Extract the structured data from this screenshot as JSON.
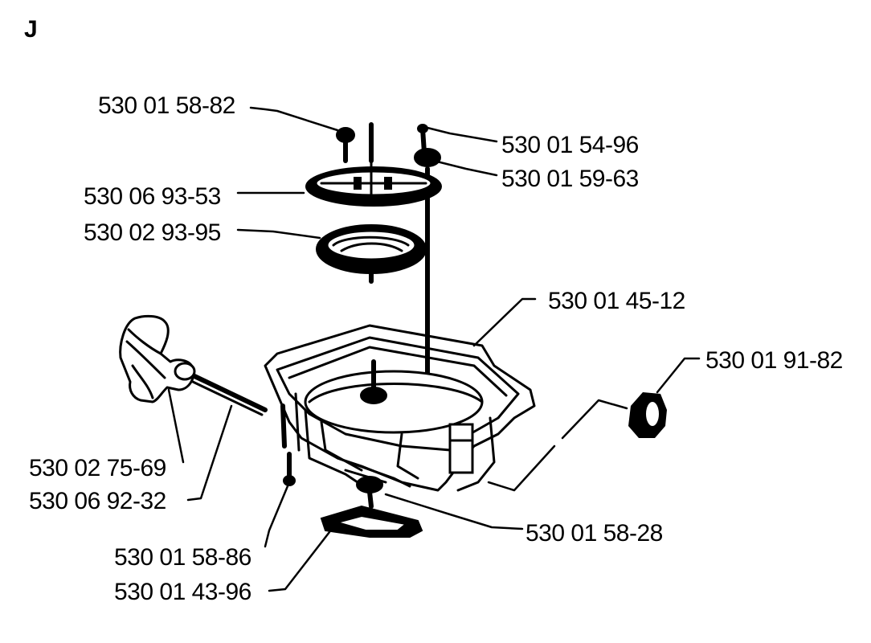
{
  "section_letter": "J",
  "parts": [
    {
      "id": "p1",
      "label": "530 01 58-82"
    },
    {
      "id": "p2",
      "label": "530 01 54-96"
    },
    {
      "id": "p3",
      "label": "530 01 59-63"
    },
    {
      "id": "p4",
      "label": "530 06 93-53"
    },
    {
      "id": "p5",
      "label": "530 02 93-95"
    },
    {
      "id": "p6",
      "label": "530 01 45-12"
    },
    {
      "id": "p7",
      "label": "530 01 91-82"
    },
    {
      "id": "p8",
      "label": "530 02 75-69"
    },
    {
      "id": "p9",
      "label": "530 06 92-32"
    },
    {
      "id": "p10",
      "label": "530 01 58-28"
    },
    {
      "id": "p11",
      "label": "530 01 58-86"
    },
    {
      "id": "p12",
      "label": "530 01 43-96"
    }
  ]
}
